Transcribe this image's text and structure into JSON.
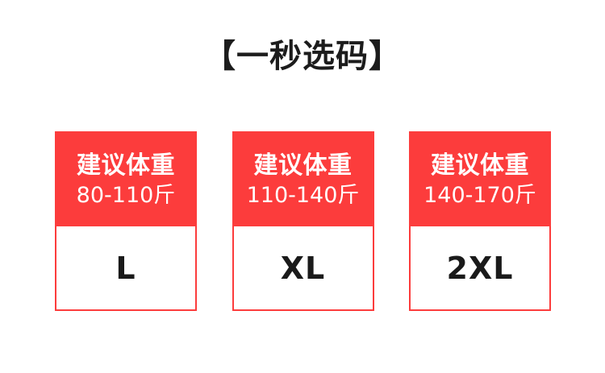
{
  "page": {
    "background_color": "#ffffff",
    "accent_color": "#fc3c3c",
    "text_color": "#1c1c1c"
  },
  "header": {
    "title": "【一秒选码】"
  },
  "size_chart": {
    "recommend_label": "建议体重",
    "cards": [
      {
        "recommend_label": "建议体重",
        "weight_range": "80-110斤",
        "size": "L"
      },
      {
        "recommend_label": "建议体重",
        "weight_range": "110-140斤",
        "size": "XL"
      },
      {
        "recommend_label": "建议体重",
        "weight_range": "140-170斤",
        "size": "2XL"
      }
    ]
  }
}
